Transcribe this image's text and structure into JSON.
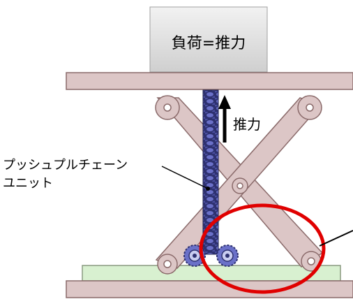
{
  "load_label": "負荷=推力",
  "thrust_label": "推力",
  "chain_label_line1": "プッシュプルチェーン",
  "chain_label_line2": "ユニット",
  "colors": {
    "plate_fill": "#dcc6c6",
    "plate_stroke": "#8a6a6a",
    "load_box": "#e6e6e6",
    "base_green": "#d8f0d0",
    "chain": "#3c3f8c",
    "highlight_circle": "#e00000"
  }
}
